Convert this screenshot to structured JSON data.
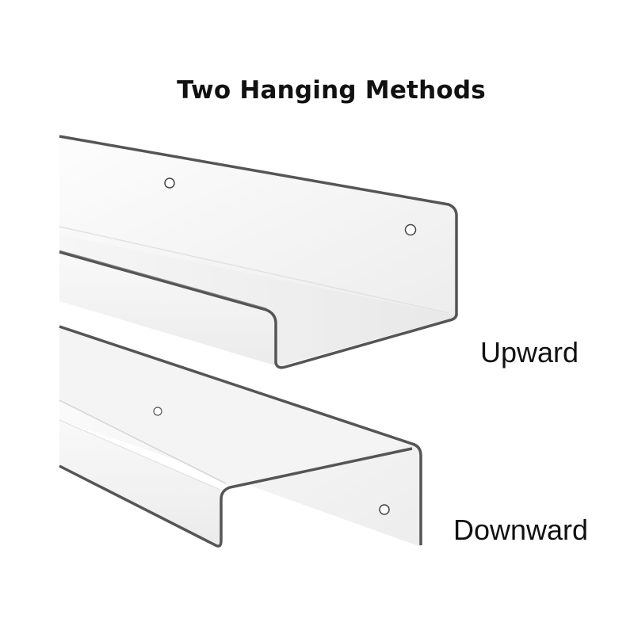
{
  "title": "Two Hanging Methods",
  "labels": {
    "upward": "Upward",
    "downward": "Downward"
  },
  "colors": {
    "edge": "#555555",
    "panel_light": "#fbfbfb",
    "panel_mid": "#f1f1f1",
    "panel_dark": "#e7e7e7",
    "text": "#111111"
  }
}
